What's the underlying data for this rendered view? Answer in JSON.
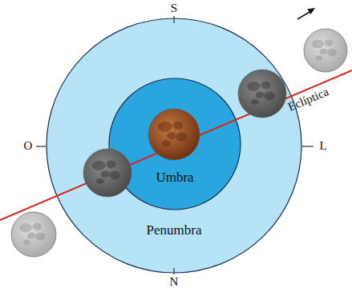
{
  "diagram": {
    "nodes": [
      {
        "text": [
          "Penumbra"
        ]
      },
      {
        "text": [
          "Umbra"
        ],
        "in": 0
      }
    ],
    "labels": [
      "S",
      "O",
      "L",
      "N",
      "Eclíptica"
    ]
  }
}
